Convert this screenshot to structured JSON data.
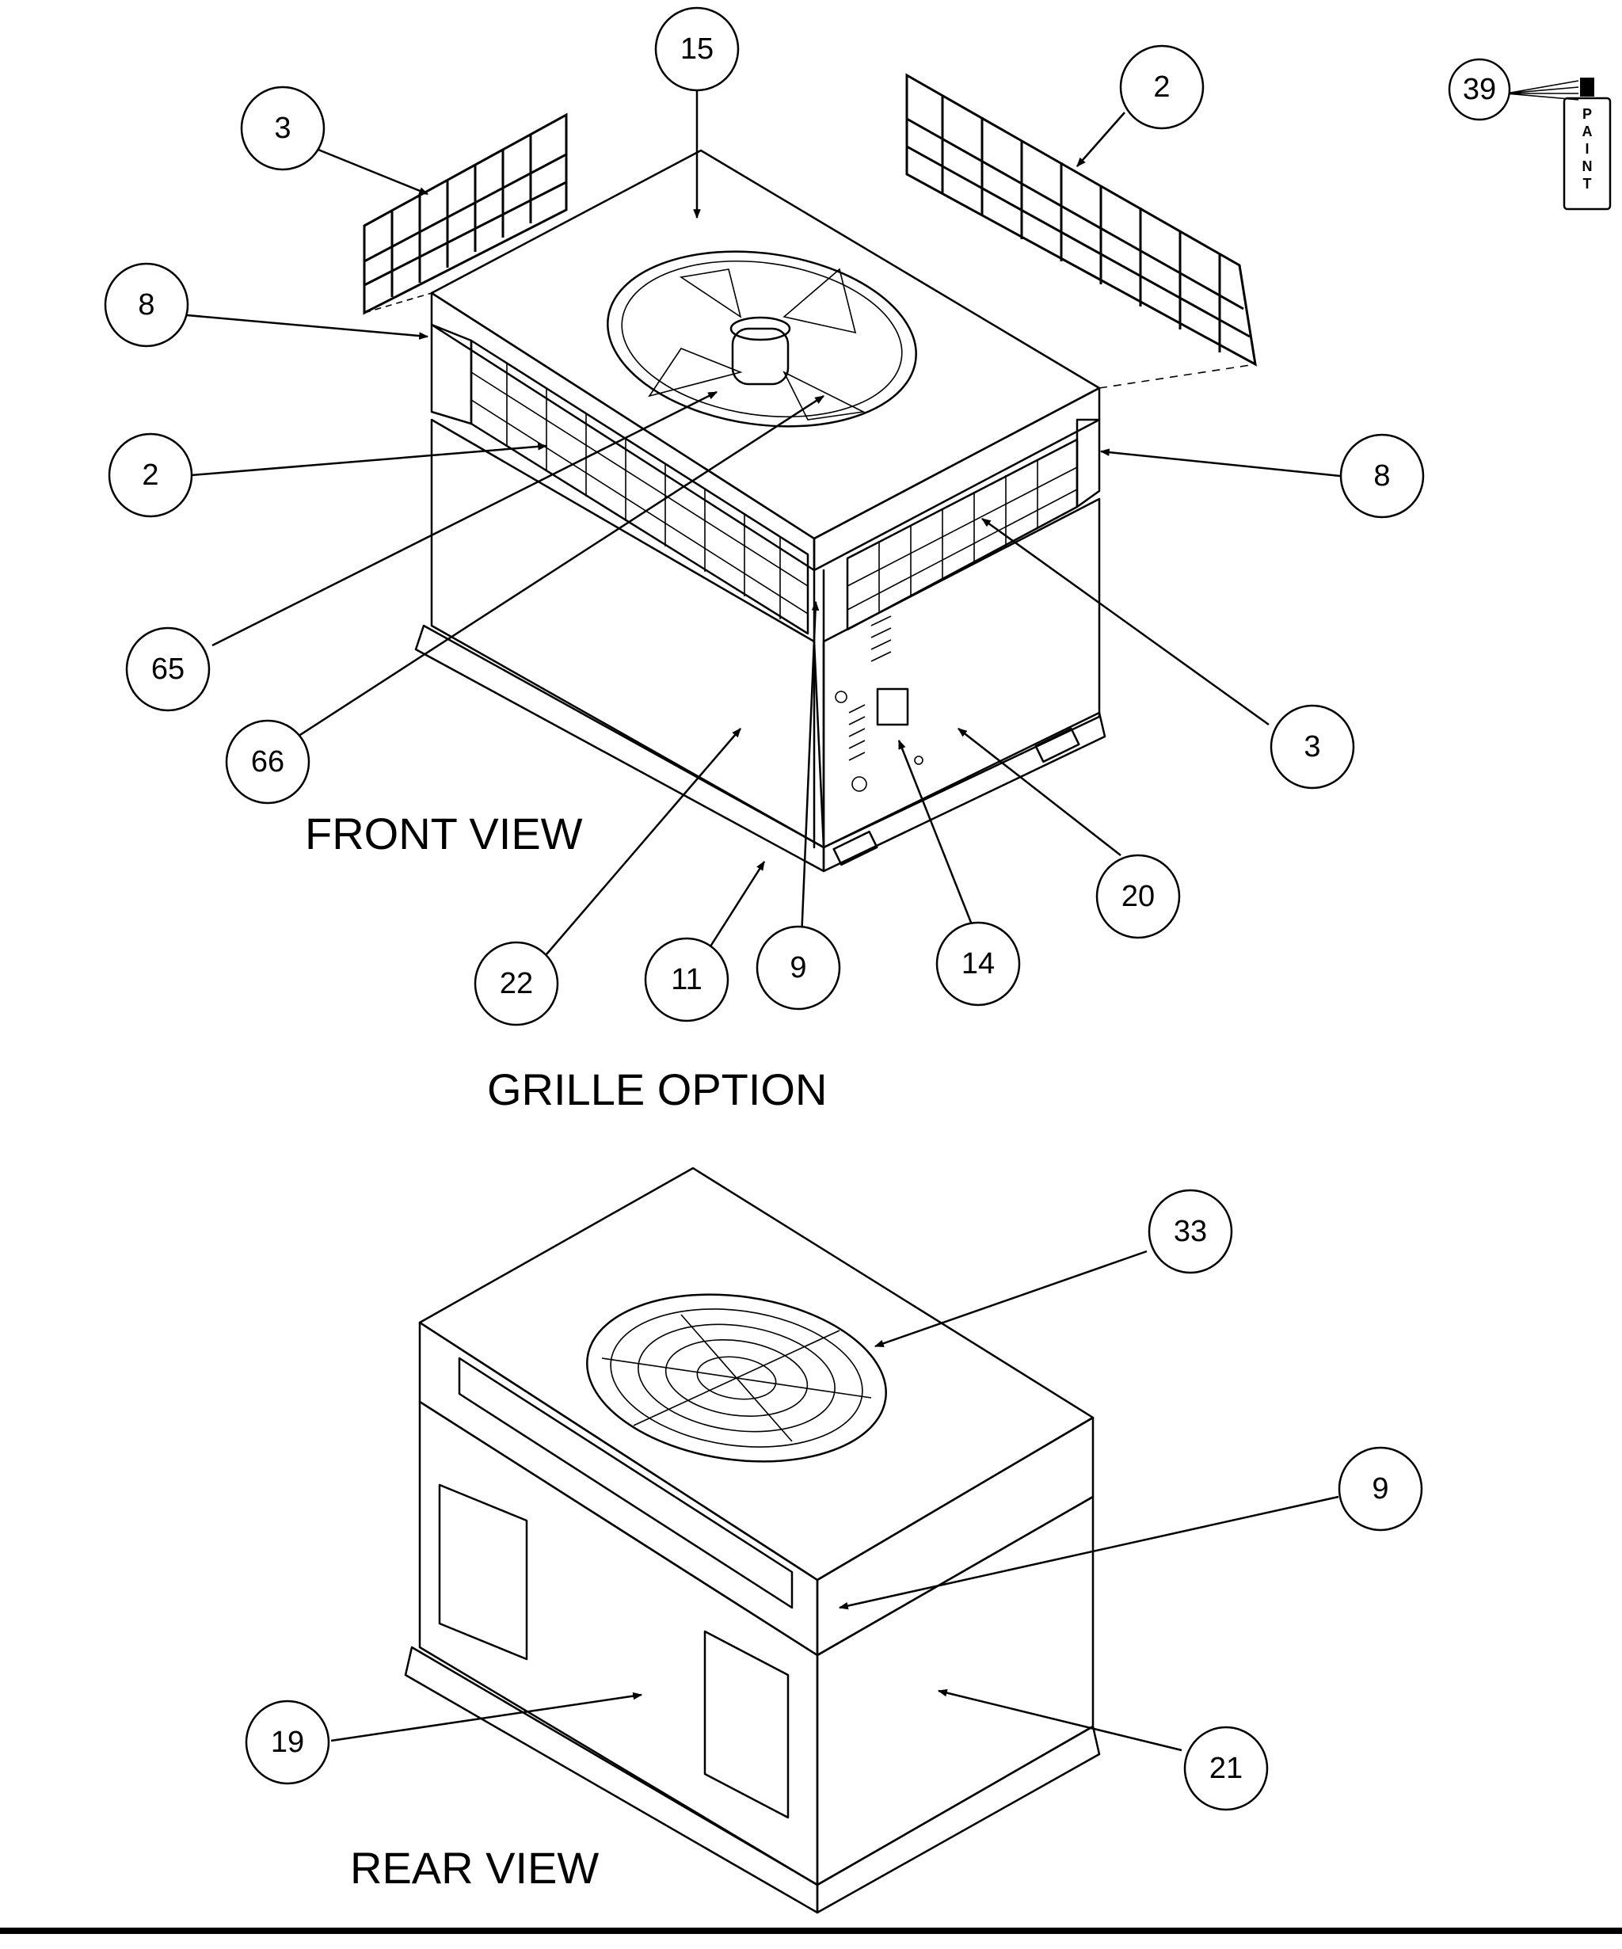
{
  "captions": {
    "front_view": "FRONT VIEW",
    "grille_option": "GRILLE OPTION",
    "rear_view": "REAR VIEW",
    "paint": "PAINT"
  },
  "callouts": [
    {
      "label": "15"
    },
    {
      "label": "3"
    },
    {
      "label": "2"
    },
    {
      "label": "39"
    },
    {
      "label": "8"
    },
    {
      "label": "2"
    },
    {
      "label": "8"
    },
    {
      "label": "65"
    },
    {
      "label": "66"
    },
    {
      "label": "3"
    },
    {
      "label": "20"
    },
    {
      "label": "22"
    },
    {
      "label": "11"
    },
    {
      "label": "9"
    },
    {
      "label": "14"
    },
    {
      "label": "33"
    },
    {
      "label": "9"
    },
    {
      "label": "19"
    },
    {
      "label": "21"
    }
  ]
}
